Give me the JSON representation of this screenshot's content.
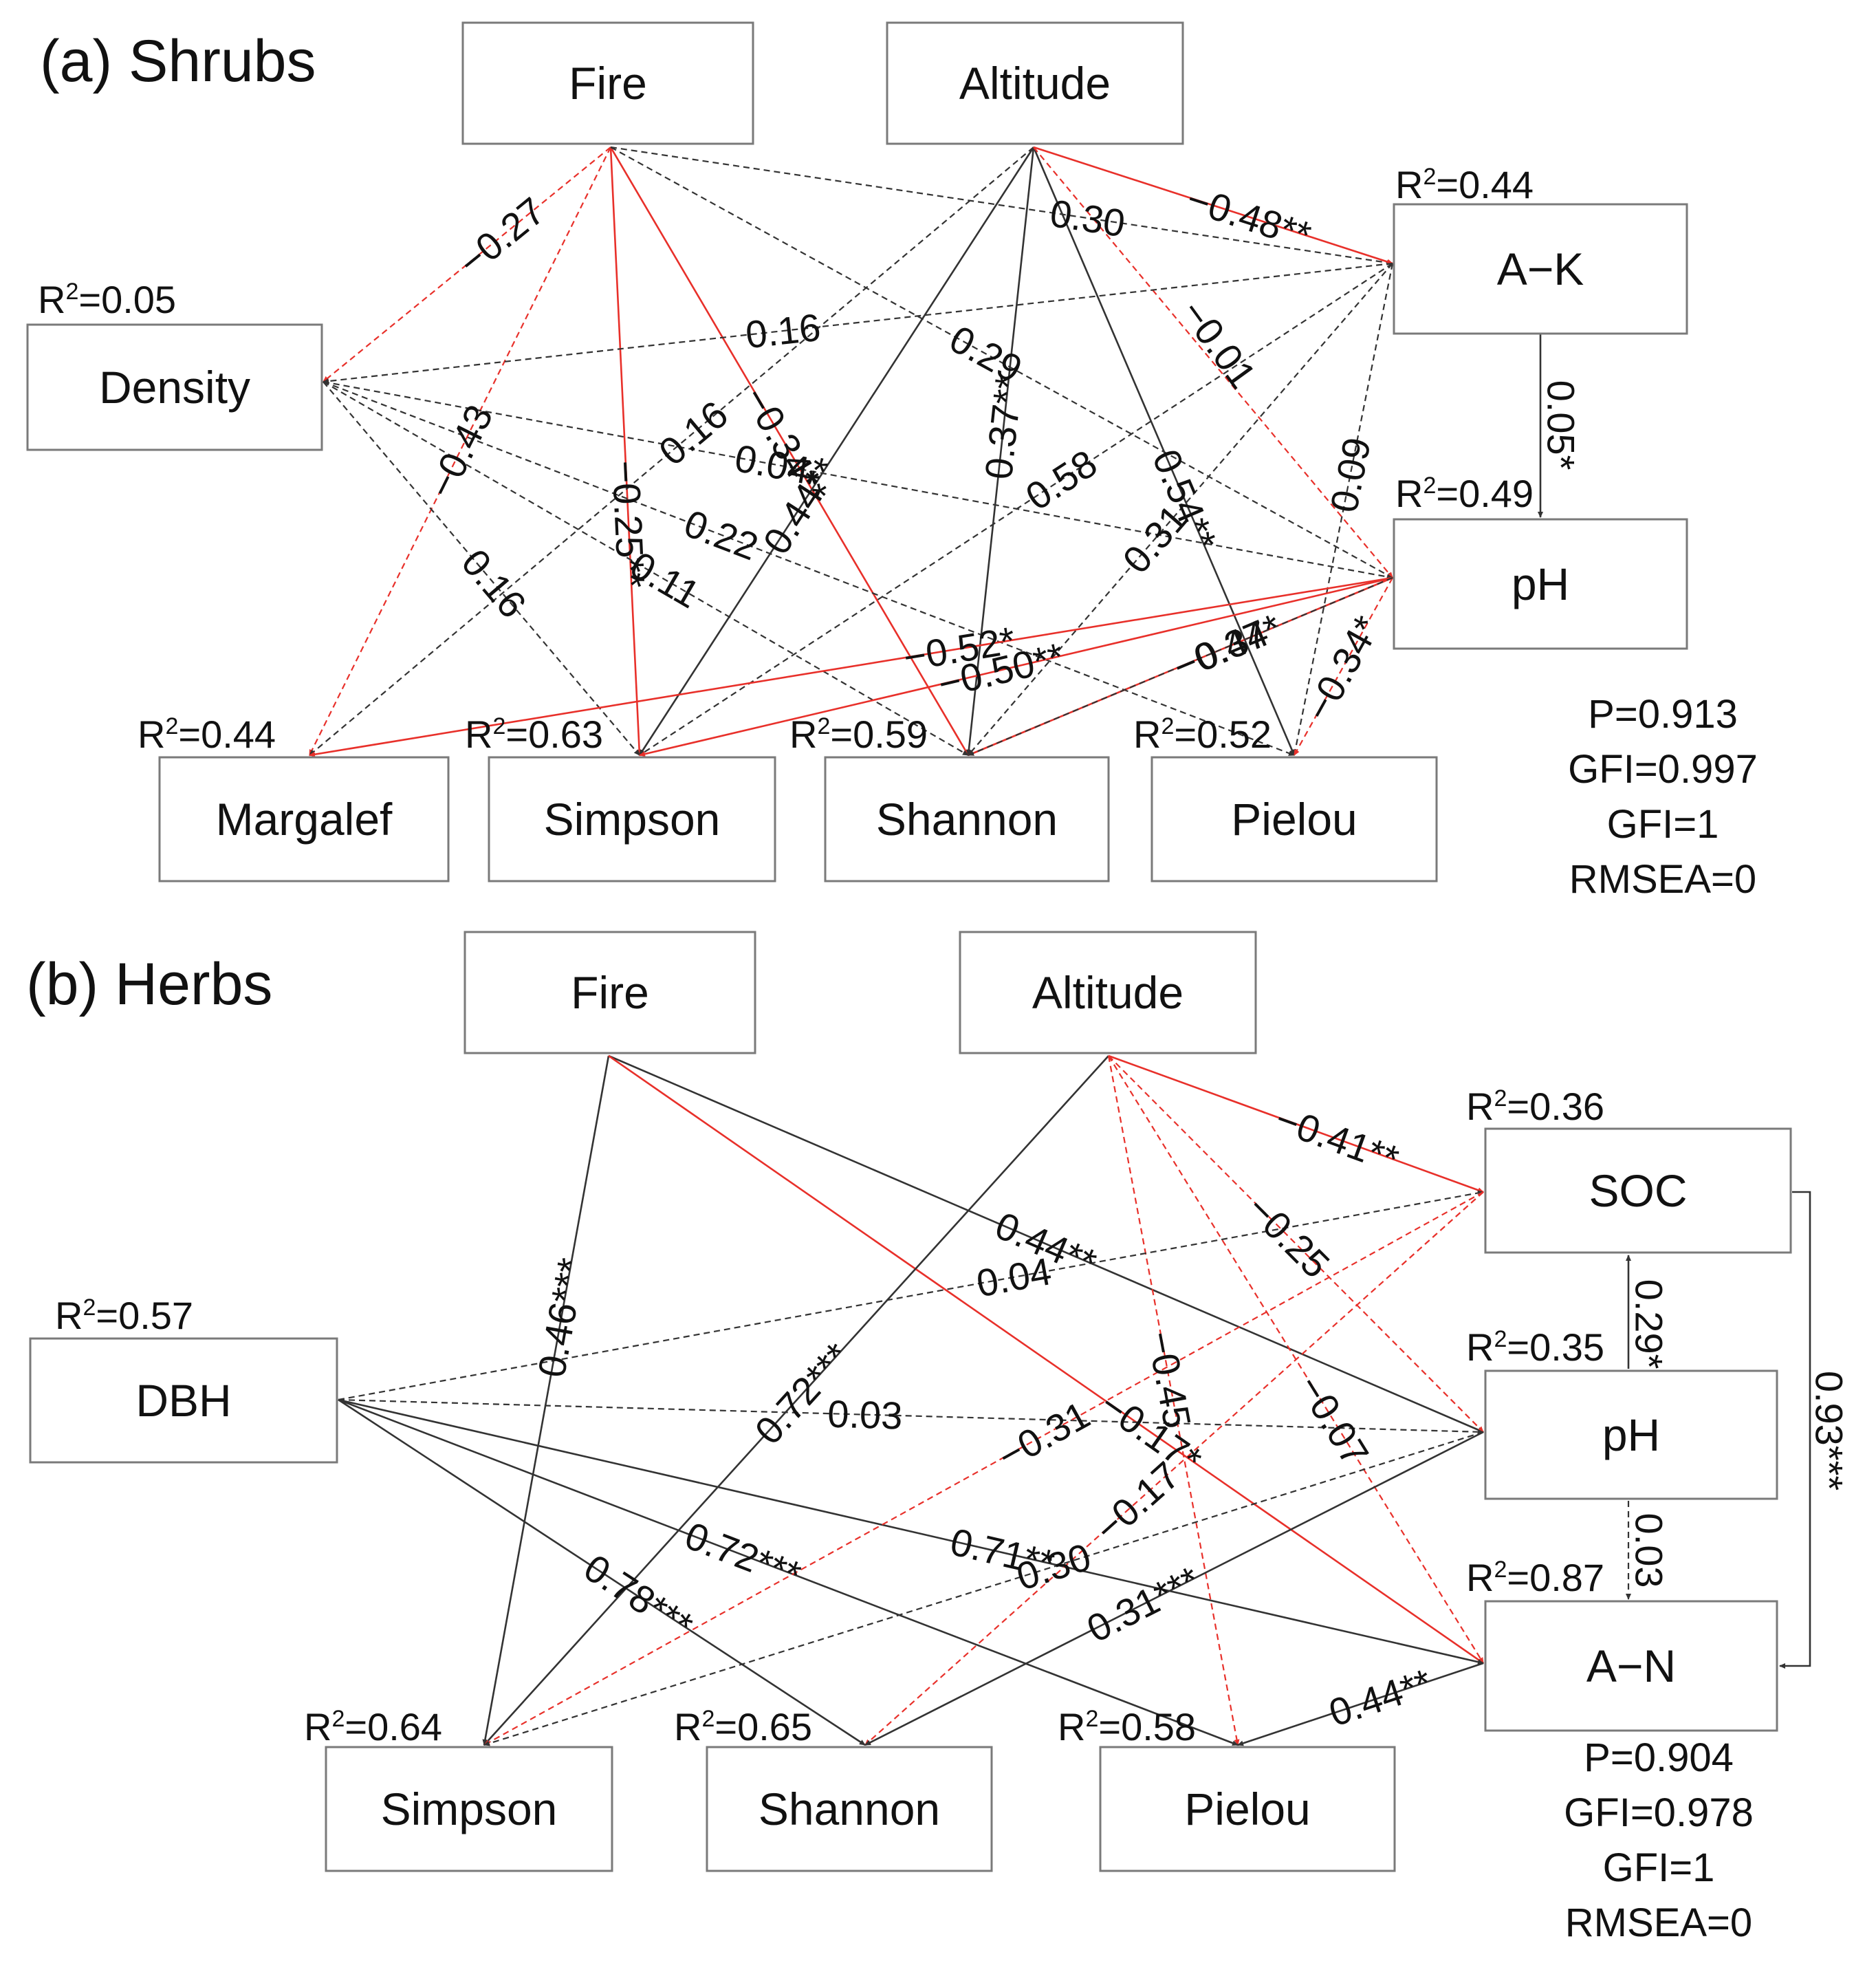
{
  "colors": {
    "negative": "#e8302a",
    "positive": "#333333",
    "box_border": "#7a7a7a",
    "text": "#111111"
  },
  "panels": [
    {
      "id": "a",
      "title": "(a) Shrubs",
      "nodes": [
        {
          "id": "fire",
          "label": "Fire"
        },
        {
          "id": "altitude",
          "label": "Altitude"
        },
        {
          "id": "density",
          "label": "Density",
          "r2": "0.05"
        },
        {
          "id": "ak",
          "label": "A−K",
          "r2": "0.44"
        },
        {
          "id": "ph",
          "label": "pH",
          "r2": "0.49"
        },
        {
          "id": "margalef",
          "label": "Margalef",
          "r2": "0.44"
        },
        {
          "id": "simpson",
          "label": "Simpson",
          "r2": "0.63"
        },
        {
          "id": "shannon",
          "label": "Shannon",
          "r2": "0.59"
        },
        {
          "id": "pielou",
          "label": "Pielou",
          "r2": "0.52"
        }
      ],
      "paths": [
        {
          "from": "fire",
          "to": "density",
          "coef": "−0.27",
          "sign": "neg",
          "style": "dashed"
        },
        {
          "from": "fire",
          "to": "margalef",
          "coef": "−0.43",
          "sign": "neg",
          "style": "dashed"
        },
        {
          "from": "fire",
          "to": "simpson",
          "coef": "−0.25**",
          "sign": "neg",
          "style": "solid"
        },
        {
          "from": "fire",
          "to": "shannon",
          "coef": "−0.34**",
          "sign": "neg",
          "style": "solid"
        },
        {
          "from": "fire",
          "to": "ak",
          "coef": "0.30",
          "sign": "pos",
          "style": "dashed"
        },
        {
          "from": "fire",
          "to": "ph",
          "coef": "0.29",
          "sign": "pos",
          "style": "dashed"
        },
        {
          "from": "altitude",
          "to": "ak",
          "coef": "−0.48**",
          "sign": "neg",
          "style": "solid"
        },
        {
          "from": "altitude",
          "to": "margalef",
          "coef": "0.16",
          "sign": "pos",
          "style": "dashed"
        },
        {
          "from": "altitude",
          "to": "simpson",
          "coef": "0.44**",
          "sign": "pos",
          "style": "solid"
        },
        {
          "from": "altitude",
          "to": "shannon",
          "coef": "0.37**",
          "sign": "pos",
          "style": "solid"
        },
        {
          "from": "altitude",
          "to": "pielou",
          "coef": "0.54**",
          "sign": "pos",
          "style": "solid"
        },
        {
          "from": "altitude",
          "to": "ph",
          "coef": "−0.01",
          "sign": "neg",
          "style": "dashed"
        },
        {
          "from": "ak",
          "to": "density",
          "coef": "0.16",
          "sign": "pos",
          "style": "dashed"
        },
        {
          "from": "ak",
          "to": "simpson",
          "coef": "0.58",
          "sign": "pos",
          "style": "dashed"
        },
        {
          "from": "ak",
          "to": "shannon",
          "coef": "0.31",
          "sign": "pos",
          "style": "dashed"
        },
        {
          "from": "ak",
          "to": "pielou",
          "coef": "0.09",
          "sign": "pos",
          "style": "dashed"
        },
        {
          "from": "ak",
          "to": "ph",
          "coef": "0.05*",
          "sign": "pos",
          "style": "solid"
        },
        {
          "from": "density",
          "to": "ph",
          "coef": "0.04",
          "sign": "pos",
          "style": "dashed"
        },
        {
          "from": "density",
          "to": "simpson",
          "coef": "0.16",
          "sign": "pos",
          "style": "dashed"
        },
        {
          "from": "density",
          "to": "pielou",
          "coef": "0.22",
          "sign": "pos",
          "style": "dashed"
        },
        {
          "from": "density",
          "to": "shannon",
          "coef": "0.11",
          "sign": "pos",
          "style": "dashed"
        },
        {
          "from": "ph",
          "to": "margalef",
          "coef": "−0.52*",
          "sign": "neg",
          "style": "solid"
        },
        {
          "from": "ph",
          "to": "simpson",
          "coef": "−0.50**",
          "sign": "neg",
          "style": "solid"
        },
        {
          "from": "ph",
          "to": "shannon",
          "coef": "−0.47*",
          "sign": "neg",
          "style": "solid"
        },
        {
          "from": "ph",
          "to": "pielou",
          "coef": "−0.34*",
          "sign": "neg",
          "style": "dashed"
        },
        {
          "from": "ph",
          "to": "shannon",
          "coef": "0.34",
          "sign": "pos",
          "style": "dashed"
        }
      ],
      "fit": [
        "P=0.913",
        "GFI=0.997",
        "GFI=1",
        "RMSEA=0"
      ]
    },
    {
      "id": "b",
      "title": "(b) Herbs",
      "nodes": [
        {
          "id": "fire",
          "label": "Fire"
        },
        {
          "id": "altitude",
          "label": "Altitude"
        },
        {
          "id": "dbh",
          "label": "DBH",
          "r2": "0.57"
        },
        {
          "id": "soc",
          "label": "SOC",
          "r2": "0.36"
        },
        {
          "id": "ph",
          "label": "pH",
          "r2": "0.35"
        },
        {
          "id": "an",
          "label": "A−N",
          "r2": "0.87"
        },
        {
          "id": "simpson",
          "label": "Simpson",
          "r2": "0.64"
        },
        {
          "id": "shannon",
          "label": "Shannon",
          "r2": "0.65"
        },
        {
          "id": "pielou",
          "label": "Pielou",
          "r2": "0.58"
        }
      ],
      "paths": [
        {
          "from": "fire",
          "to": "simpson",
          "coef": "0.46***",
          "sign": "pos",
          "style": "solid"
        },
        {
          "from": "fire",
          "to": "ph",
          "coef": "0.44**",
          "sign": "pos",
          "style": "solid"
        },
        {
          "from": "fire",
          "to": "an",
          "coef": "−0.17*",
          "sign": "neg",
          "style": "solid"
        },
        {
          "from": "altitude",
          "to": "simpson",
          "coef": "0.72***",
          "sign": "pos",
          "style": "solid"
        },
        {
          "from": "altitude",
          "to": "soc",
          "coef": "−0.41**",
          "sign": "neg",
          "style": "solid"
        },
        {
          "from": "altitude",
          "to": "ph",
          "coef": "−0.25",
          "sign": "neg",
          "style": "dashed"
        },
        {
          "from": "altitude",
          "to": "an",
          "coef": "−0.07",
          "sign": "neg",
          "style": "dashed"
        },
        {
          "from": "altitude",
          "to": "pielou",
          "coef": "−0.45",
          "sign": "neg",
          "style": "dashed"
        },
        {
          "from": "dbh",
          "to": "soc",
          "coef": "0.04",
          "sign": "pos",
          "style": "dashed"
        },
        {
          "from": "dbh",
          "to": "ph",
          "coef": "0.03",
          "sign": "pos",
          "style": "dashed"
        },
        {
          "from": "dbh",
          "to": "an",
          "coef": "0.71**",
          "sign": "pos",
          "style": "solid"
        },
        {
          "from": "dbh",
          "to": "pielou",
          "coef": "0.72***",
          "sign": "pos",
          "style": "solid"
        },
        {
          "from": "dbh",
          "to": "shannon",
          "coef": "0.78***",
          "sign": "pos",
          "style": "solid"
        },
        {
          "from": "soc",
          "to": "simpson",
          "coef": "−0.31",
          "sign": "neg",
          "style": "dashed"
        },
        {
          "from": "soc",
          "to": "shannon",
          "coef": "−0.17",
          "sign": "neg",
          "style": "dashed"
        },
        {
          "from": "ph",
          "to": "simpson",
          "coef": "0.30",
          "sign": "pos",
          "style": "dashed"
        },
        {
          "from": "ph",
          "to": "shannon",
          "coef": "0.31***",
          "sign": "pos",
          "style": "solid"
        },
        {
          "from": "an",
          "to": "pielou",
          "coef": "0.44**",
          "sign": "pos",
          "style": "solid"
        },
        {
          "from": "ph",
          "to": "soc",
          "coef": "0.29*",
          "sign": "pos",
          "style": "solid"
        },
        {
          "from": "ph",
          "to": "an",
          "coef": "0.03",
          "sign": "pos",
          "style": "dashed"
        },
        {
          "from": "soc",
          "to": "an",
          "coef": "0.93***",
          "sign": "pos",
          "style": "solid"
        }
      ],
      "fit": [
        "P=0.904",
        "GFI=0.978",
        "GFI=1",
        "RMSEA=0"
      ]
    }
  ]
}
